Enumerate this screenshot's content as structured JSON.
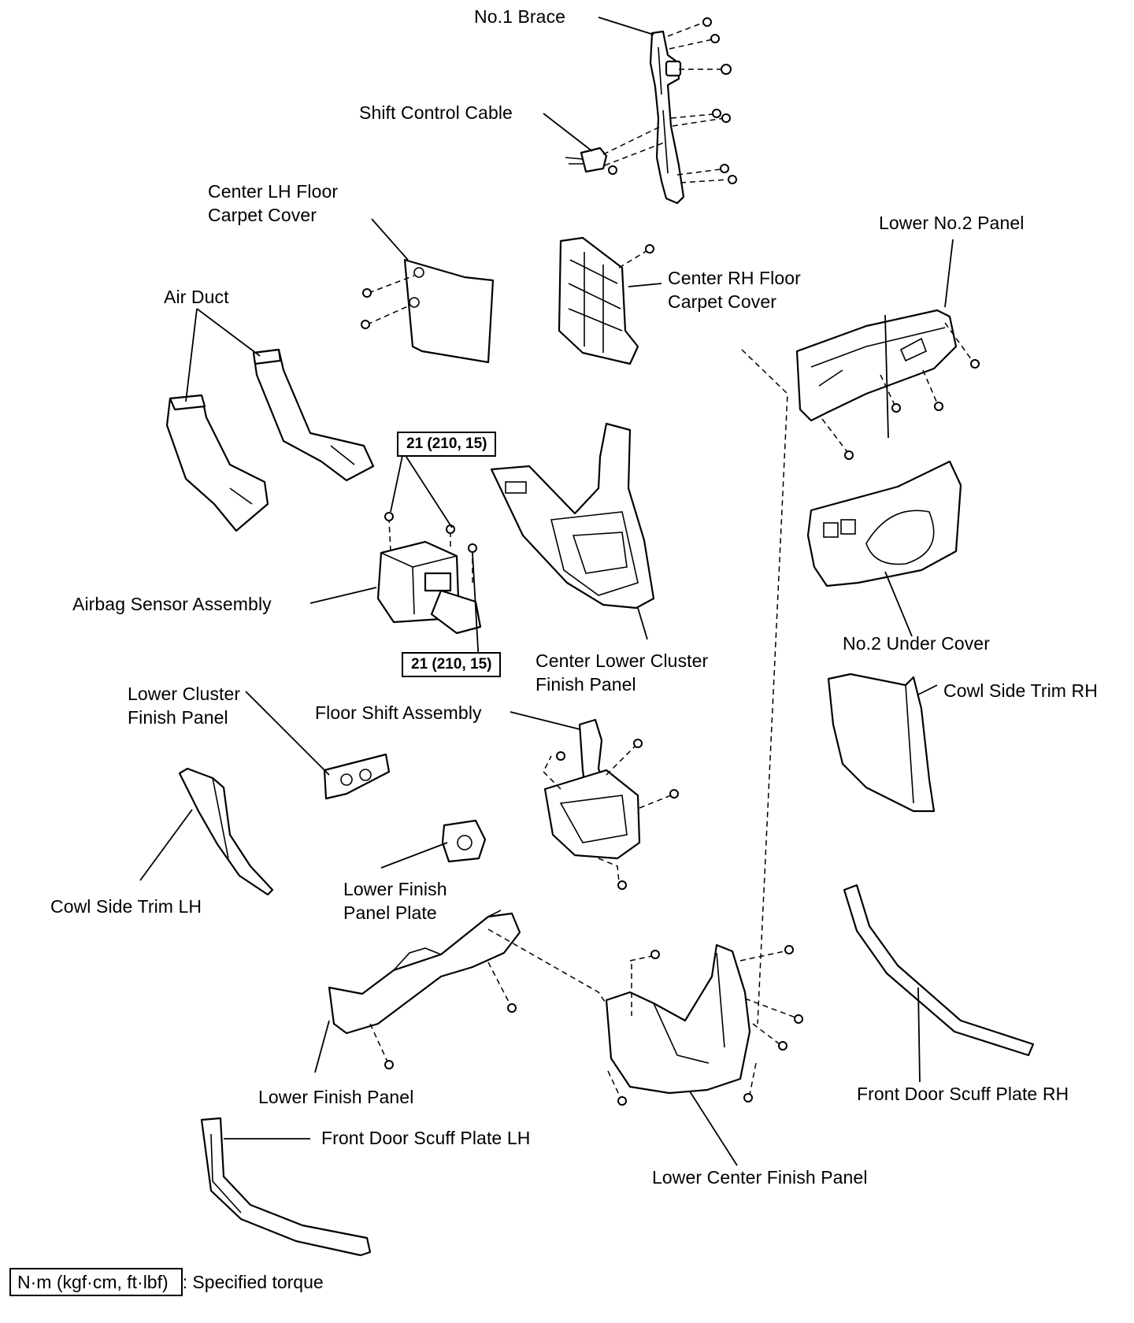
{
  "labels": {
    "no1_brace": "No.1 Brace",
    "shift_control_cable": "Shift Control Cable",
    "center_lh_floor_carpet_cover": "Center LH Floor\nCarpet Cover",
    "lower_no2_panel": "Lower No.2 Panel",
    "center_rh_floor_carpet_cover": "Center RH Floor\nCarpet Cover",
    "air_duct": "Air Duct",
    "airbag_sensor_assembly": "Airbag Sensor Assembly",
    "center_lower_cluster_finish_panel": "Center Lower Cluster\nFinish Panel",
    "no2_under_cover": "No.2 Under Cover",
    "cowl_side_trim_rh": "Cowl Side Trim RH",
    "lower_cluster_finish_panel": "Lower Cluster\nFinish Panel",
    "floor_shift_assembly": "Floor Shift Assembly",
    "cowl_side_trim_lh": "Cowl Side Trim LH",
    "lower_finish_panel_plate": "Lower Finish\nPanel Plate",
    "lower_finish_panel": "Lower Finish Panel",
    "front_door_scuff_plate_rh": "Front Door Scuff Plate RH",
    "front_door_scuff_plate_lh": "Front Door Scuff Plate LH",
    "lower_center_finish_panel": "Lower Center Finish Panel"
  },
  "torque_specs": {
    "upper": "21 (210, 15)",
    "lower": "21 (210, 15)"
  },
  "legend": {
    "unit_box": "N·m (kgf·cm, ft·lbf)",
    "description": ": Specified torque"
  }
}
